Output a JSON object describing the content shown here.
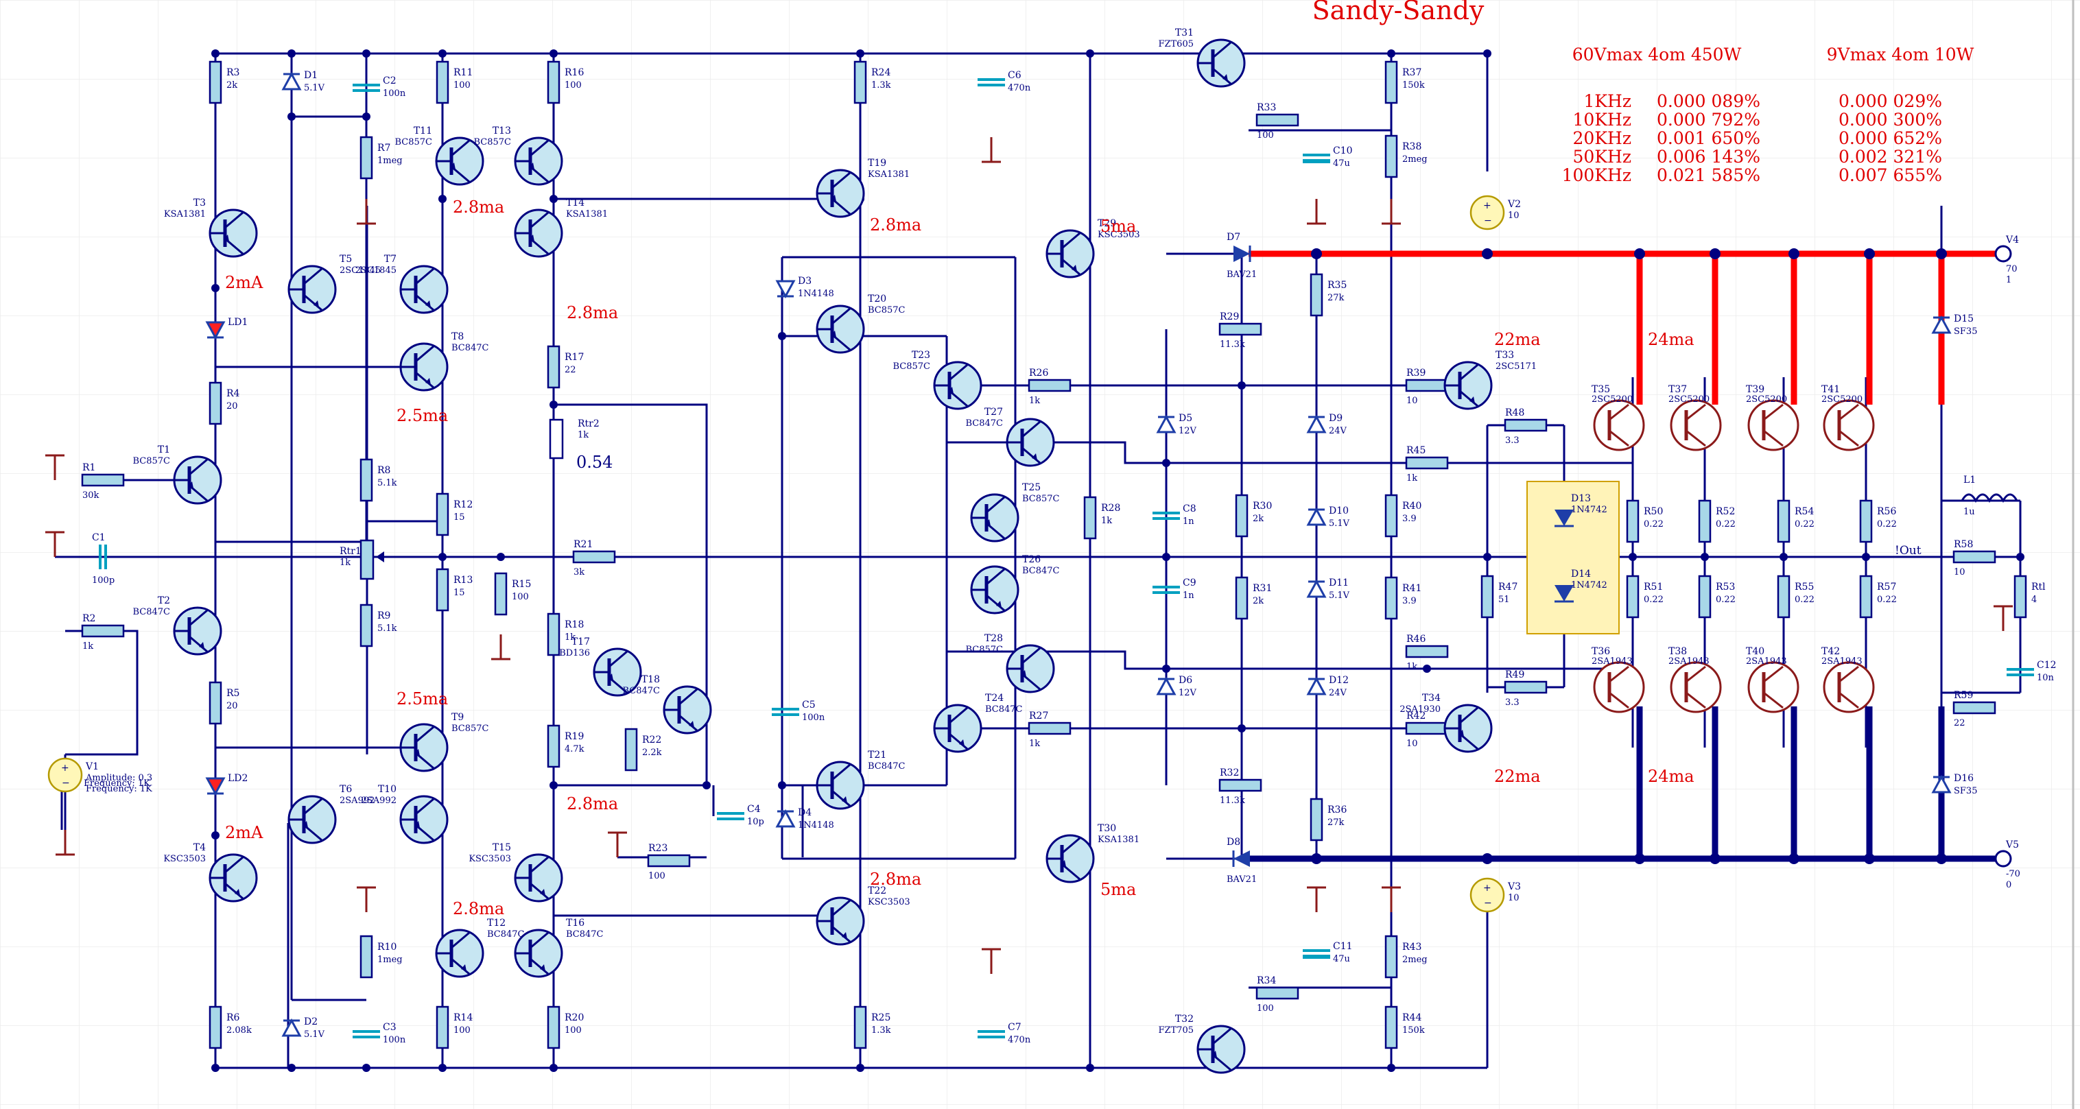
{
  "title": "Sandy-Sandy",
  "spec": {
    "head60": "60Vmax 4om 450W",
    "head9": "9Vmax 4om 10W",
    "rows": [
      {
        "f": "1KHz",
        "a": "0.000 089%",
        "b": "0.000 029%"
      },
      {
        "f": "10KHz",
        "a": "0.000 792%",
        "b": "0.000 300%"
      },
      {
        "f": "20KHz",
        "a": "0.001 650%",
        "b": "0.000 652%"
      },
      {
        "f": "50KHz",
        "a": "0.006 143%",
        "b": "0.002 321%"
      },
      {
        "f": "100KHz",
        "a": "0.021 585%",
        "b": "0.007 655%"
      }
    ]
  },
  "annotations": {
    "i2mA": "2mA",
    "i28ma": "2.8ma",
    "i25ma": "2.5ma",
    "i5ma": "5ma",
    "i22ma": "22ma",
    "i24ma": "24ma",
    "trim": "0.54",
    "out": "!Out"
  },
  "colors": {
    "wire": "#000080",
    "rail": "#ff0000",
    "note": "#e00000",
    "part": "#000080",
    "fill": "#a8d8e8"
  },
  "components": {
    "resistors": [
      [
        "R3",
        "2k"
      ],
      [
        "R4",
        "20"
      ],
      [
        "R5",
        "20"
      ],
      [
        "R6",
        "2.08k"
      ],
      [
        "R7",
        "1meg"
      ],
      [
        "R8",
        "5.1k"
      ],
      [
        "R9",
        "5.1k"
      ],
      [
        "R10",
        "1meg"
      ],
      [
        "R11",
        "100"
      ],
      [
        "R12",
        "15"
      ],
      [
        "R13",
        "15"
      ],
      [
        "R14",
        "100"
      ],
      [
        "R15",
        "100"
      ],
      [
        "R16",
        "100"
      ],
      [
        "R17",
        "22"
      ],
      [
        "R18",
        "1k"
      ],
      [
        "R19",
        "4.7k"
      ],
      [
        "R20",
        "100"
      ],
      [
        "R21",
        "3k"
      ],
      [
        "R22",
        "2.2k"
      ],
      [
        "R23",
        "100"
      ],
      [
        "R24",
        "1.3k"
      ],
      [
        "R25",
        "1.3k"
      ],
      [
        "R26",
        "1k"
      ],
      [
        "R27",
        "1k"
      ],
      [
        "R28",
        "1k"
      ],
      [
        "R29",
        "11.3k"
      ],
      [
        "R30",
        "2k"
      ],
      [
        "R31",
        "2k"
      ],
      [
        "R32",
        "11.3k"
      ],
      [
        "R33",
        "100"
      ],
      [
        "R34",
        "100"
      ],
      [
        "R35",
        "27k"
      ],
      [
        "R36",
        "27k"
      ],
      [
        "R37",
        "150k"
      ],
      [
        "R38",
        "2meg"
      ],
      [
        "R39",
        "10"
      ],
      [
        "R40",
        "3.9"
      ],
      [
        "R41",
        "3.9"
      ],
      [
        "R42",
        "10"
      ],
      [
        "R43",
        "2meg"
      ],
      [
        "R44",
        "150k"
      ],
      [
        "R45",
        "1k"
      ],
      [
        "R46",
        "1k"
      ],
      [
        "R47",
        "51"
      ],
      [
        "R48",
        "3.3"
      ],
      [
        "R49",
        "3.3"
      ],
      [
        "R50",
        "0.22"
      ],
      [
        "R51",
        "0.22"
      ],
      [
        "R52",
        "0.22"
      ],
      [
        "R53",
        "0.22"
      ],
      [
        "R54",
        "0.22"
      ],
      [
        "R55",
        "0.22"
      ],
      [
        "R56",
        "0.22"
      ],
      [
        "R57",
        "0.22"
      ],
      [
        "R58",
        "10"
      ],
      [
        "R59",
        "22"
      ],
      [
        "R1",
        "30k"
      ],
      [
        "R2",
        "1k"
      ],
      [
        "Rtr1",
        "1k"
      ],
      [
        "Rtr2",
        "1k"
      ],
      [
        "Rtl",
        "4"
      ]
    ],
    "capacitors": [
      [
        "C1",
        "100p"
      ],
      [
        "C2",
        "100n"
      ],
      [
        "C3",
        "100n"
      ],
      [
        "C4",
        "10p"
      ],
      [
        "C5",
        "100n"
      ],
      [
        "C6",
        "470n"
      ],
      [
        "C7",
        "470n"
      ],
      [
        "C8",
        "1n"
      ],
      [
        "C9",
        "1n"
      ],
      [
        "C10",
        "47u"
      ],
      [
        "C11",
        "47u"
      ],
      [
        "C12",
        "10n"
      ],
      [
        "L1",
        "1u"
      ]
    ],
    "transistors": [
      [
        "T1",
        "BC857C"
      ],
      [
        "T2",
        "BC847C"
      ],
      [
        "T3",
        "KSA1381"
      ],
      [
        "T4",
        "KSC3503"
      ],
      [
        "T5",
        "2SC1845"
      ],
      [
        "T6",
        "2SA992"
      ],
      [
        "T7",
        "2SC1845"
      ],
      [
        "T8",
        "BC847C"
      ],
      [
        "T9",
        "BC857C"
      ],
      [
        "T10",
        "2SA992"
      ],
      [
        "T11",
        "BC857C"
      ],
      [
        "T12",
        "BC847C"
      ],
      [
        "T13",
        "BC857C"
      ],
      [
        "T14",
        "KSA1381"
      ],
      [
        "T15",
        "KSC3503"
      ],
      [
        "T16",
        "BC847C"
      ],
      [
        "T17",
        "BD136"
      ],
      [
        "T18",
        "BC847C"
      ],
      [
        "T19",
        "KSA1381"
      ],
      [
        "T20",
        "BC857C"
      ],
      [
        "T21",
        "BC847C"
      ],
      [
        "T22",
        "KSC3503"
      ],
      [
        "T23",
        "BC857C"
      ],
      [
        "T24",
        "BC847C"
      ],
      [
        "T25",
        "BC857C"
      ],
      [
        "T26",
        "BC847C"
      ],
      [
        "T27",
        "BC847C"
      ],
      [
        "T28",
        "BC857C"
      ],
      [
        "T29",
        "KSC3503"
      ],
      [
        "T30",
        "KSA1381"
      ],
      [
        "T31",
        "FZT605"
      ],
      [
        "T32",
        "FZT705"
      ],
      [
        "T33",
        "2SC5171"
      ],
      [
        "T34",
        "2SA1930"
      ],
      [
        "T35",
        "2SC5200"
      ],
      [
        "T36",
        "2SA1943"
      ],
      [
        "T37",
        "2SC5200"
      ],
      [
        "T38",
        "2SA1943"
      ],
      [
        "T39",
        "2SC5200"
      ],
      [
        "T40",
        "2SA1943"
      ],
      [
        "T41",
        "2SC5200"
      ],
      [
        "T42",
        "2SA1943"
      ]
    ],
    "diodes": [
      [
        "D1",
        "5.1V"
      ],
      [
        "D2",
        "5.1V"
      ],
      [
        "D3",
        "1N4148"
      ],
      [
        "D4",
        "1N4148"
      ],
      [
        "D5",
        "12V"
      ],
      [
        "D6",
        "12V"
      ],
      [
        "D7",
        "BAV21"
      ],
      [
        "D8",
        "BAV21"
      ],
      [
        "D9",
        "24V"
      ],
      [
        "D10",
        "5.1V"
      ],
      [
        "D11",
        "5.1V"
      ],
      [
        "D12",
        "24V"
      ],
      [
        "D13",
        "1N4742"
      ],
      [
        "D14",
        "1N4742"
      ],
      [
        "D15",
        "SF35"
      ],
      [
        "D16",
        "SF35"
      ],
      [
        "LD1",
        ""
      ],
      [
        "LD2",
        ""
      ]
    ],
    "sources": [
      [
        "V1",
        "Amplitude: 0.3",
        "Frequency: 1K"
      ],
      [
        "V2",
        "10"
      ],
      [
        "V3",
        "10"
      ],
      [
        "V4",
        "70",
        "1"
      ],
      [
        "V5",
        "-70",
        "0"
      ]
    ]
  }
}
